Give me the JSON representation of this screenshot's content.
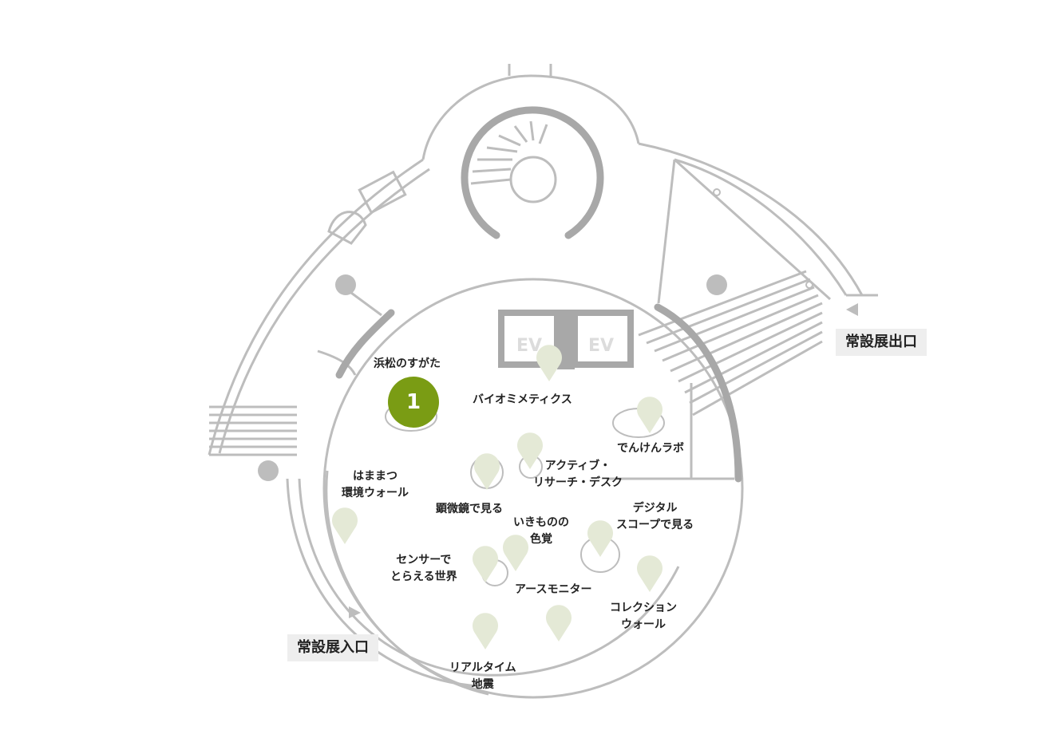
{
  "colors": {
    "wall": "#bdbdbd",
    "wall_dark": "#9e9e9e",
    "marker_inactive": "#e4e9d6",
    "marker_active": "#7a9c14",
    "tag_bg": "#eeeeee"
  },
  "elevator_label": "EV",
  "entrance_label": "常設展入口",
  "exit_label": "常設展出口",
  "active_marker": {
    "number": "1",
    "label": "浜松のすがた"
  },
  "exhibits": [
    {
      "id": "biomimetics",
      "lines": [
        "バイオミメティクス"
      ]
    },
    {
      "id": "denken-lab",
      "lines": [
        "でんけんラボ"
      ]
    },
    {
      "id": "active-research-desk",
      "lines": [
        "アクティブ・",
        "リサーチ・デスク"
      ]
    },
    {
      "id": "hamamatsu-wall",
      "lines": [
        "はままつ",
        "環境ウォール"
      ]
    },
    {
      "id": "microscope",
      "lines": [
        "顕微鏡で見る"
      ]
    },
    {
      "id": "creature-color",
      "lines": [
        "いきものの",
        "色覚"
      ]
    },
    {
      "id": "digital-scope",
      "lines": [
        "デジタル",
        "スコープで見る"
      ]
    },
    {
      "id": "sensor-world",
      "lines": [
        "センサーで",
        "とらえる世界"
      ]
    },
    {
      "id": "earth-monitor",
      "lines": [
        "アースモニター"
      ]
    },
    {
      "id": "collection-wall",
      "lines": [
        "コレクション",
        "ウォール"
      ]
    },
    {
      "id": "realtime-quake",
      "lines": [
        "リアルタイム",
        "地震"
      ]
    }
  ]
}
